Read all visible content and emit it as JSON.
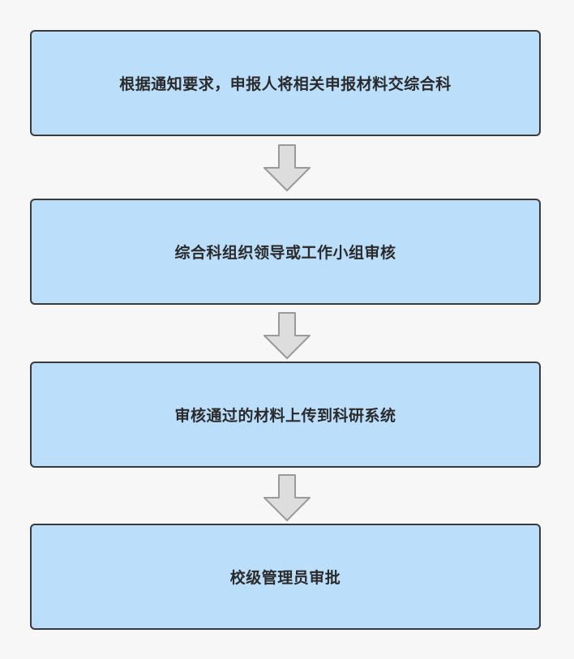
{
  "flowchart": {
    "steps": [
      {
        "label": "根据通知要求，申报人将相关申报材料交综合科"
      },
      {
        "label": "综合科组织领导或工作小组审核"
      },
      {
        "label": "审核通过的材料上传到科研系统"
      },
      {
        "label": "校级管理员审批"
      }
    ]
  },
  "colors": {
    "box_fill": "#bbdefb",
    "box_border": "#3a3a3a",
    "arrow_fill": "#dddddd",
    "arrow_stroke": "#9a9a9a",
    "background": "#f7f7f7"
  }
}
